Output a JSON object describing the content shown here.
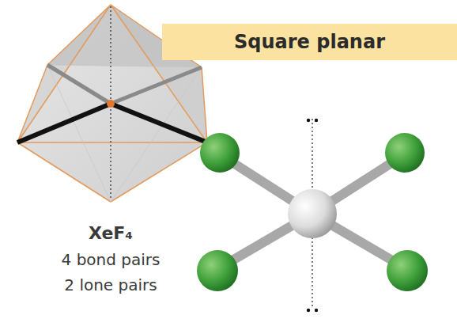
{
  "diagram": {
    "nodes": [
      {
        "text": [
          "Square planar"
        ]
      }
    ],
    "labels": [
      "XeF₄",
      "4 bond pairs",
      "2 lone pairs"
    ]
  }
}
